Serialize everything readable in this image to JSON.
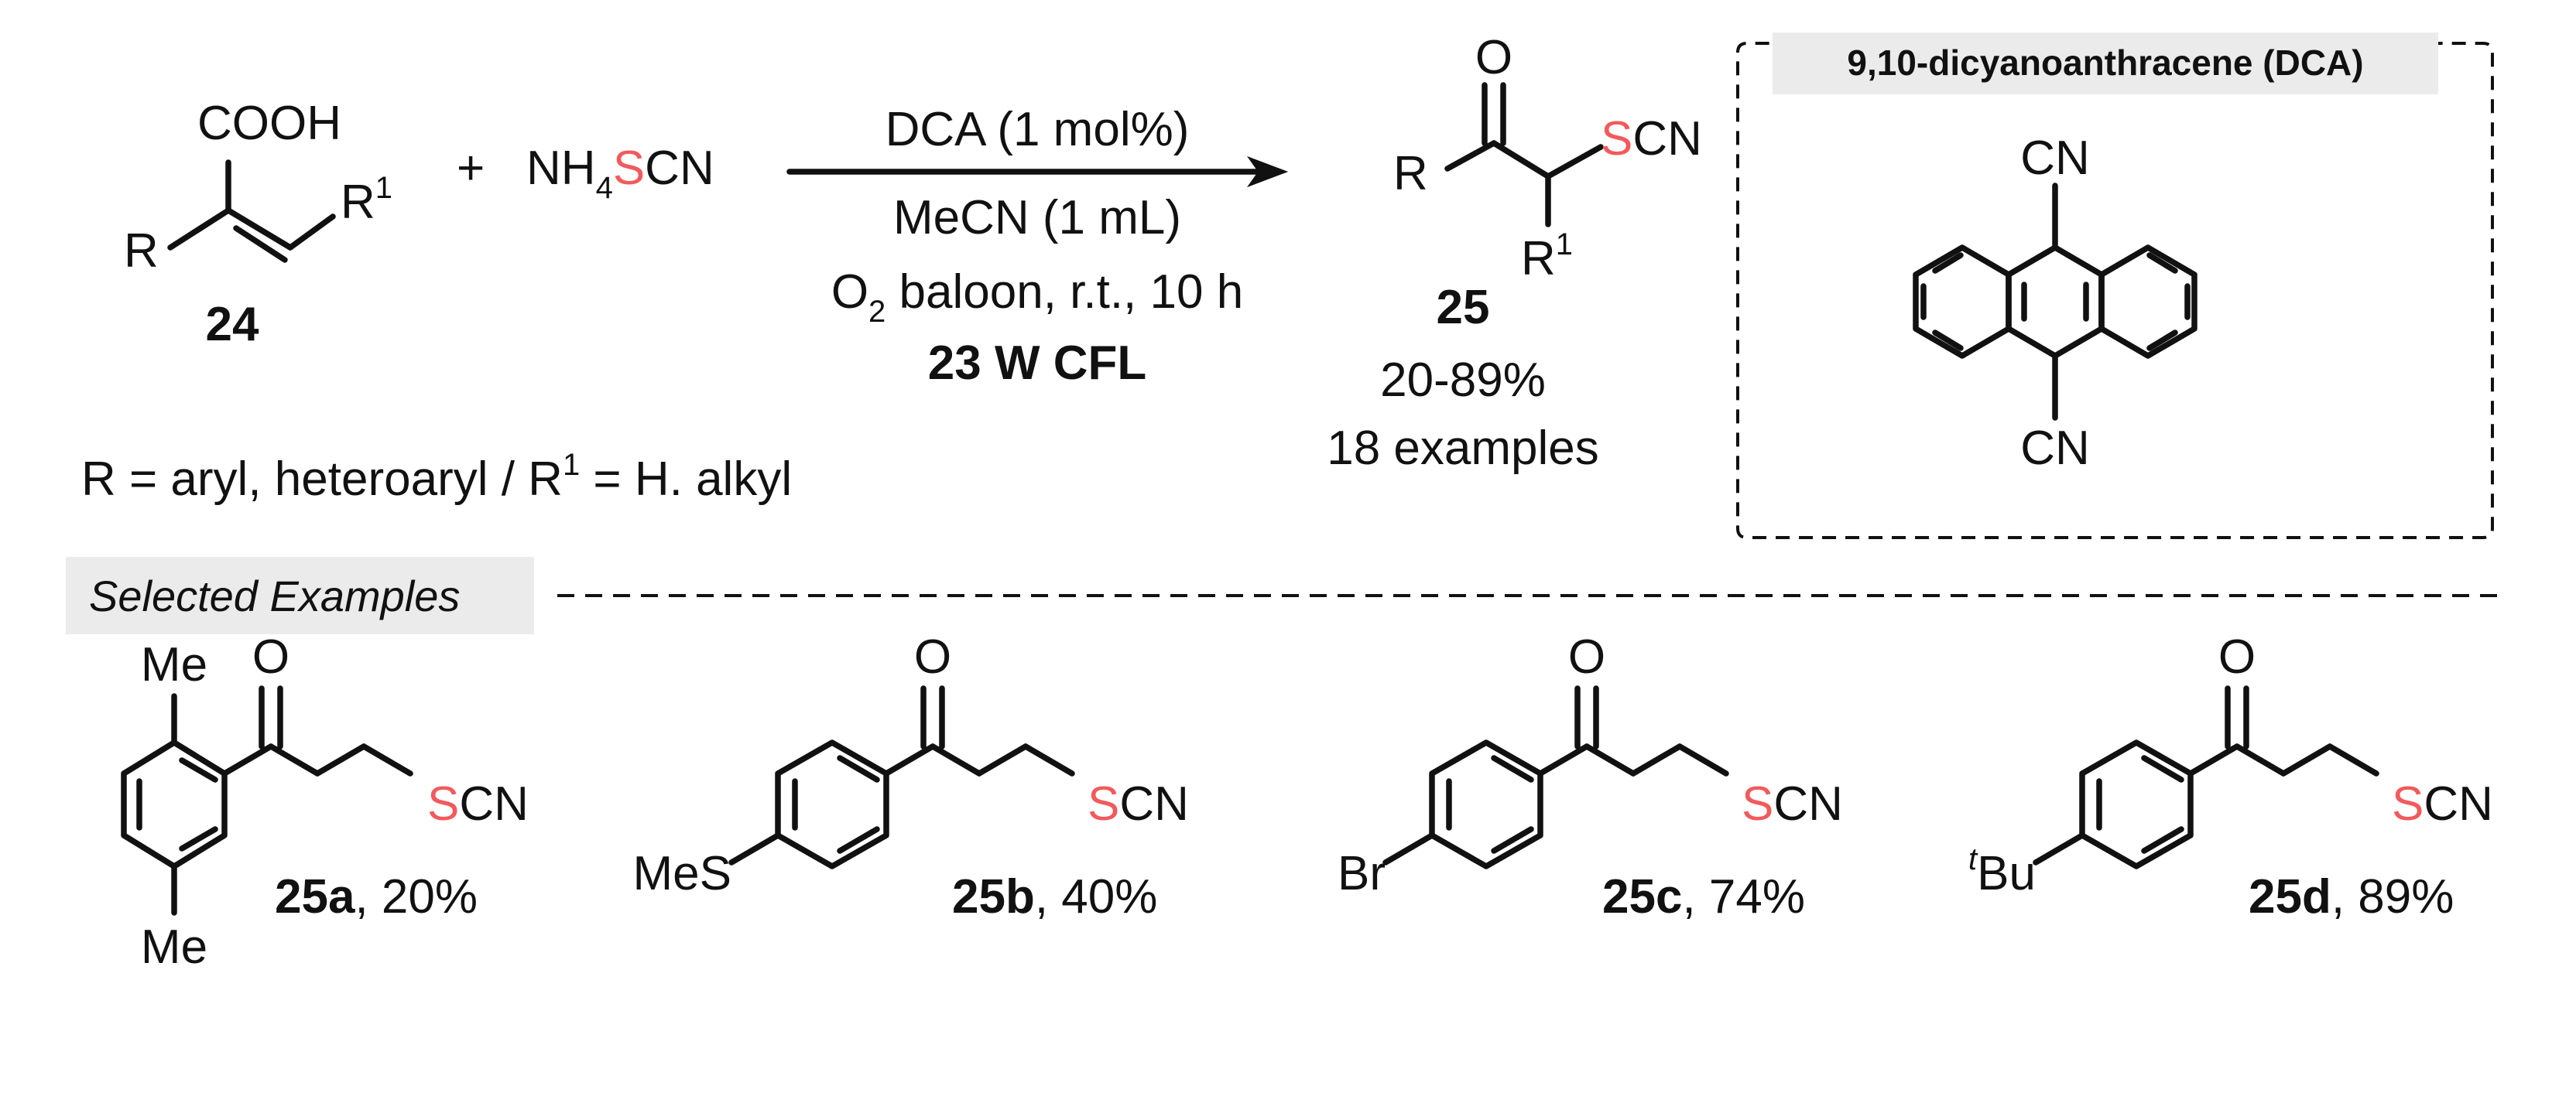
{
  "reactants": {
    "acid_group": "COOH",
    "acid_r": "R",
    "acid_r1": "R",
    "acid_r1_sup": "1",
    "acid_id": "24",
    "plus": "+",
    "thiocyanate_a": "NH",
    "thiocyanate_sub": "4",
    "thiocyanate_s": "S",
    "thiocyanate_cn": "CN"
  },
  "conditions": {
    "line1": "DCA (1 mol%)",
    "line2": "MeCN (1 mL)",
    "line3_a": "O",
    "line3_sub": "2",
    "line3_b": " baloon, r.t., 10 h",
    "line4": "23 W CFL"
  },
  "product": {
    "o": "O",
    "r": "R",
    "r1": "R",
    "r1_sup": "1",
    "s": "S",
    "cn": "CN",
    "id": "25",
    "yield": "20-89%",
    "examples": "18 examples"
  },
  "scope_note": {
    "a": "R = aryl, heteroaryl / R",
    "sup": "1",
    "b": " = H. alkyl"
  },
  "catalyst": {
    "title": "9,10-dicyanoanthracene (DCA)",
    "cn_top": "CN",
    "cn_bottom": "CN"
  },
  "selected_label": "Selected Examples",
  "examples": [
    {
      "sub_top": "Me",
      "sub_bottom": "Me",
      "o": "O",
      "s": "S",
      "cn": "CN",
      "id": "25a",
      "yield": ", 20%"
    },
    {
      "sub": "MeS",
      "o": "O",
      "s": "S",
      "cn": "CN",
      "id": "25b",
      "yield": ", 40%"
    },
    {
      "sub": "Br",
      "o": "O",
      "s": "S",
      "cn": "CN",
      "id": "25c",
      "yield": ", 74%"
    },
    {
      "sub_sup": "t",
      "sub": "Bu",
      "o": "O",
      "s": "S",
      "cn": "CN",
      "id": "25d",
      "yield": ", 89%"
    }
  ]
}
